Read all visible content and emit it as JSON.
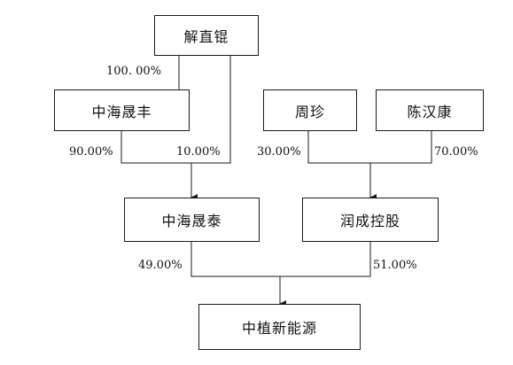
{
  "nodes": {
    "xie_zhikun": "解直锟",
    "zhonghai_shengfeng": "中海晟丰",
    "zhou_zhen": "周珍",
    "chen_hankang": "陈汉康",
    "zhonghai_shengtai": "中海晟泰",
    "runcheng_konggu": "润成控股",
    "zhongzhi_xinnengyuan": "中植新能源"
  },
  "edges": {
    "xie_to_shengfeng": "100. 00%",
    "shengfeng_to_shengtai": "90.00%",
    "xie_to_shengtai": "10.00%",
    "zhou_to_runcheng": "30.00%",
    "chen_to_runcheng": "70.00%",
    "shengtai_to_zhongzhi": "49.00%",
    "runcheng_to_zhongzhi": "51.00%"
  },
  "colors": {
    "line": "#1a1a1a",
    "box_border": "#1a1a1a",
    "text": "#111111"
  }
}
